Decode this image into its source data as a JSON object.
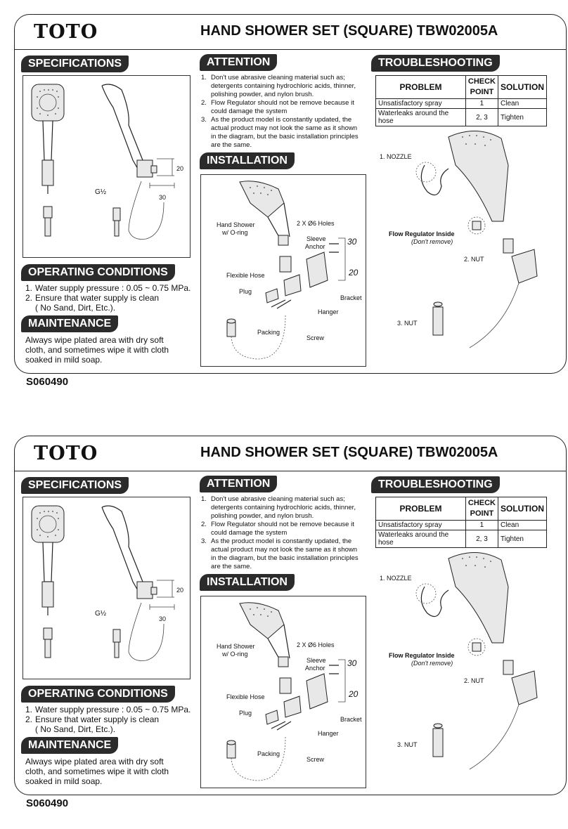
{
  "brand": "TOTO",
  "title": "HAND SHOWER SET (SQUARE)  TBW02005A",
  "doc_code": "S060490",
  "sections": {
    "specifications": "SPECIFICATIONS",
    "attention": "ATTENTION",
    "troubleshooting": "TROUBLESHOOTING",
    "installation": "INSTALLATION",
    "operating_conditions": "OPERATING CONDITIONS",
    "maintenance": "MAINTENANCE"
  },
  "spec_labels": {
    "thread": "G½",
    "dim_20": "20",
    "dim_30": "30"
  },
  "attention_items": [
    {
      "num": "1.",
      "text": "Don't use abrasive cleaning material such as; detergents containing hydrochloric acids, thinner, polishing powder, and nylon brush."
    },
    {
      "num": "2.",
      "text": "Flow Regulator should not be remove because it could damage the system"
    },
    {
      "num": "3.",
      "text": "As the product model is constantly updated, the actual product may not look the same as it shown in the diagram, but the basic installation principles are the same."
    }
  ],
  "troubleshooting_table": {
    "headers": [
      "PROBLEM",
      "CHECK POINT",
      "SOLUTION"
    ],
    "rows": [
      [
        "Unsatisfactory  spray",
        "1",
        "Clean"
      ],
      [
        "Waterleaks around the hose",
        "2, 3",
        "Tighten"
      ]
    ]
  },
  "troubleshooting_labels": {
    "nozzle": "1. NOZZLE",
    "flow_regulator": "Flow Regulator Inside",
    "dont_remove": "(Don't remove)",
    "nut2": "2. NUT",
    "nut3": "3. NUT"
  },
  "installation_labels": {
    "hand_shower": "Hand Shower",
    "o_ring": "w/ O-ring",
    "holes": "2 X Ø6 Holes",
    "sleeve": "Sleeve",
    "anchor": "Anchor",
    "dim30": "30",
    "dim20": "20",
    "flexible_hose": "Flexible Hose",
    "plug": "Plug",
    "bracket": "Bracket",
    "hanger": "Hanger",
    "packing": "Packing",
    "screw": "Screw"
  },
  "operating_conditions": [
    {
      "num": "1.",
      "text": "Water supply pressure :  0.05 ~ 0.75 MPa."
    },
    {
      "num": "2.",
      "text": "Ensure that water supply is clean"
    },
    {
      "num": "",
      "text": "( No Sand, Dirt, Etc.)."
    }
  ],
  "maintenance_text": "Always wipe plated area with dry soft cloth, and sometimes wipe it with cloth soaked in mild soap."
}
